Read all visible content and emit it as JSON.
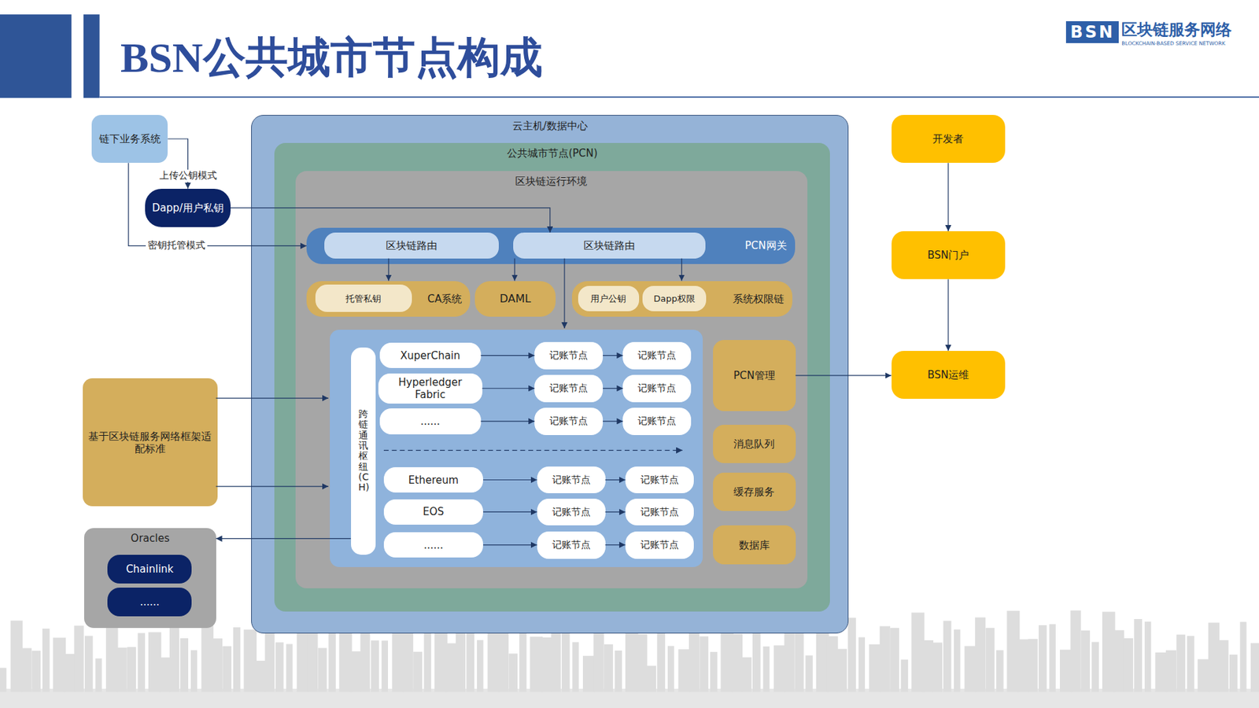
{
  "diagram": {
    "title": "BSN公共城市节点构成",
    "nodes": [
      {
        "text": [
          "链下业务系统"
        ]
      },
      {
        "text": [
          "Dapp/用户私钥"
        ]
      },
      {
        "text": [
          "云主机/数据中心"
        ]
      },
      {
        "text": [
          "公共城市节点(PCN)"
        ],
        "in": 2
      },
      {
        "text": [
          "区块链运行环境"
        ],
        "in": 3
      },
      {
        "text": [
          "PCN网关"
        ],
        "in": 4
      },
      {
        "text": [
          "区块链路由"
        ],
        "in": 5
      },
      {
        "text": [
          "区块链路由"
        ],
        "in": 5
      },
      {
        "text": [
          "CA系统"
        ],
        "in": 4
      },
      {
        "text": [
          "托管私钥"
        ],
        "in": 8
      },
      {
        "text": [
          "DAML"
        ],
        "in": 4
      },
      {
        "text": [
          "系统权限链"
        ],
        "in": 4
      },
      {
        "text": [
          "用户公钥"
        ],
        "in": 11
      },
      {
        "text": [
          "Dapp权限"
        ],
        "in": 11
      },
      {
        "text": [
          "跨链通讯枢纽(CH)"
        ],
        "in": 4
      },
      {
        "text": [
          "XuperChain"
        ],
        "in": 4
      },
      {
        "text": [
          "记账节点"
        ],
        "in": 4
      },
      {
        "text": [
          "记账节点"
        ],
        "in": 4
      },
      {
        "text": [
          "Hyperledger Fabric"
        ],
        "in": 4
      },
      {
        "text": [
          "记账节点"
        ],
        "in": 4
      },
      {
        "text": [
          "记账节点"
        ],
        "in": 4
      },
      {
        "text": [
          "......"
        ],
        "in": 4
      },
      {
        "text": [
          "记账节点"
        ],
        "in": 4
      },
      {
        "text": [
          "记账节点"
        ],
        "in": 4
      },
      {
        "text": [
          "Ethereum"
        ],
        "in": 4
      },
      {
        "text": [
          "记账节点"
        ],
        "in": 4
      },
      {
        "text": [
          "记账节点"
        ],
        "in": 4
      },
      {
        "text": [
          "EOS"
        ],
        "in": 4
      },
      {
        "text": [
          "记账节点"
        ],
        "in": 4
      },
      {
        "text": [
          "记账节点"
        ],
        "in": 4
      },
      {
        "text": [
          "......"
        ],
        "in": 4
      },
      {
        "text": [
          "记账节点"
        ],
        "in": 4
      },
      {
        "text": [
          "记账节点"
        ],
        "in": 4
      },
      {
        "text": [
          "PCN管理"
        ],
        "in": 4
      },
      {
        "text": [
          "消息队列"
        ],
        "in": 4
      },
      {
        "text": [
          "缓存服务"
        ],
        "in": 4
      },
      {
        "text": [
          "数据库"
        ],
        "in": 4
      },
      {
        "text": [
          "开发者"
        ]
      },
      {
        "text": [
          "BSN门户"
        ]
      },
      {
        "text": [
          "BSN运维"
        ]
      },
      {
        "text": [
          "基于区块链服务网络框架适配标准"
        ]
      },
      {
        "text": [
          "Oracles"
        ]
      },
      {
        "text": [
          "Chainlink"
        ],
        "in": 41
      },
      {
        "text": [
          "......"
        ],
        "in": 41
      }
    ],
    "edges": [
      {
        "from": 0,
        "to": 1,
        "arrow": "to",
        "label": "上传公钥模式"
      },
      {
        "from": 0,
        "to": 5,
        "arrow": "to",
        "label": "密钥托管模式"
      },
      {
        "from": 1,
        "to": 7,
        "arrow": "to"
      },
      {
        "from": 6,
        "to": 8,
        "arrow": "to"
      },
      {
        "from": 7,
        "to": 10,
        "arrow": "to"
      },
      {
        "from": 7,
        "to": 11,
        "arrow": "to"
      },
      {
        "from": 15,
        "to": 16,
        "arrow": "to"
      },
      {
        "from": 16,
        "to": 17,
        "arrow": "to"
      },
      {
        "from": 18,
        "to": 19,
        "arrow": "to"
      },
      {
        "from": 19,
        "to": 20,
        "arrow": "to"
      },
      {
        "from": 21,
        "to": 22,
        "arrow": "to"
      },
      {
        "from": 22,
        "to": 23,
        "arrow": "to"
      },
      {
        "from": 24,
        "to": 25,
        "arrow": "to"
      },
      {
        "from": 25,
        "to": 26,
        "arrow": "to"
      },
      {
        "from": 27,
        "to": 28,
        "arrow": "to"
      },
      {
        "from": 28,
        "to": 29,
        "arrow": "to"
      },
      {
        "from": 30,
        "to": 31,
        "arrow": "to"
      },
      {
        "from": 31,
        "to": 32,
        "arrow": "to"
      },
      {
        "from": 14,
        "to": 41,
        "arrow": "to"
      },
      {
        "from": 37,
        "to": 38,
        "arrow": "to"
      },
      {
        "from": 38,
        "to": 39,
        "arrow": "to"
      },
      {
        "from": 33,
        "to": 39,
        "arrow": "to"
      }
    ],
    "labels": [
      "BSN",
      "区块链服务网络",
      "BLOCKCHAIN-BASED SERVICE NETWORK"
    ]
  }
}
